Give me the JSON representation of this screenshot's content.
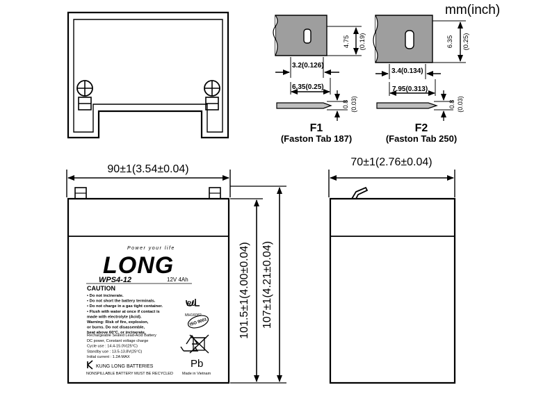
{
  "unit_label": "mm(inch)",
  "f1": {
    "code": "F1",
    "name": "(Faston Tab 187)",
    "height": "4.75",
    "height_in": "(0.19)",
    "hole": "3.2(0.126)",
    "width": "6.35(0.25)",
    "thick": "0.8",
    "thick_in": "(0.03)"
  },
  "f2": {
    "code": "F2",
    "name": "(Faston Tab 250)",
    "height": "6.35",
    "height_in": "(0.25)",
    "hole": "3.4(0.134)",
    "width": "7.95(0.313)",
    "thick": "0.8",
    "thick_in": "(0.03)"
  },
  "dims": {
    "length": "90±1(3.54±0.04)",
    "width": "70±1(2.76±0.04)",
    "container_height": "101.5±1(4.00±0.04)",
    "total_height": "107±1(4.21±0.04)"
  },
  "label": {
    "brand": "LONG",
    "tagline": "Power your life",
    "model": "WPS4-12",
    "rating": "12V 4Ah",
    "caution_title": "CAUTION",
    "caution_lines": [
      "• Do not incinerate.",
      "• Do not short the battery terminals.",
      "• Do not charge in a gas tight container.",
      "• Flush with water at once if contact is",
      "  made with electrolyte (Acid).",
      "Warning: Risk of fire, explosion,",
      "or burns. Do not disassemble,",
      "heat above 60°C, or incinerate."
    ],
    "spec_lines": [
      "Rechargeable Sealed Lead-Acid Battery",
      "DC power, Constant voltage charge",
      "Cycle  use : 14.4-15.0V(25°C)",
      "Standby use : 13.5-13.8V(25°C)",
      "Initial current : 1.2A MAX"
    ],
    "ul_code": "MH16082",
    "iso_text": "ISO 9001",
    "pb": "Pb",
    "maker": "KUNG LONG BATTERIES",
    "nonspill": "NONSPILLABLE BATTERY MUST BE RECYCLED",
    "made_in": "Made in Vietnam"
  },
  "icons": [
    "ul-mark-icon",
    "iso-badge-icon",
    "recycle-icon",
    "crossed-bin-icon",
    "kung-long-logo-icon"
  ]
}
